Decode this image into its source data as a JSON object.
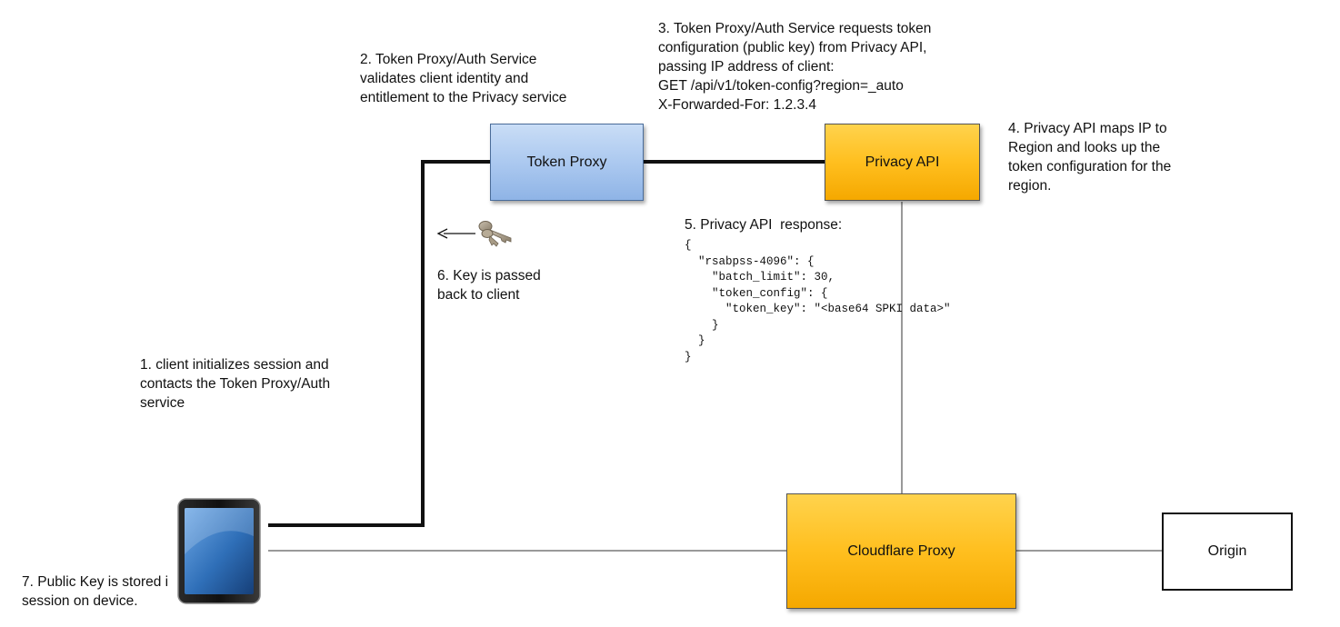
{
  "nodes": {
    "token_proxy": "Token Proxy",
    "privacy_api": "Privacy API",
    "cloudflare_proxy": "Cloudflare Proxy",
    "origin": "Origin"
  },
  "steps": {
    "step1": "1. client initializes session and\ncontacts the Token Proxy/Auth\nservice",
    "step2": "2. Token Proxy/Auth Service\nvalidates client identity and\nentitlement to the Privacy service",
    "step3": "3. Token Proxy/Auth Service requests token\nconfiguration (public key) from Privacy API,\npassing IP address of client:\nGET /api/v1/token-config?region=_auto\nX-Forwarded-For: 1.2.3.4",
    "step4": "4. Privacy API maps IP to\nRegion and looks up the\ntoken configuration for the\nregion.",
    "step5_title": "5. Privacy API  response:",
    "step5_body": "{\n  \"rsabpss-4096\": {\n    \"batch_limit\": 30,\n    \"token_config\": {\n      \"token_key\": \"<base64 SPKI data>\"\n    }\n  }\n}",
    "step6": "6. Key is passed\nback to client",
    "step7": "7. Public Key is stored i\nsession on device."
  },
  "icons": {
    "device": "tablet-icon",
    "key": "key-icon",
    "arrow": "arrow-left-icon"
  },
  "colors": {
    "token_proxy_fill": "#a9c7ef",
    "privacy_fill": "#ffbf1f",
    "line": "#111111"
  }
}
